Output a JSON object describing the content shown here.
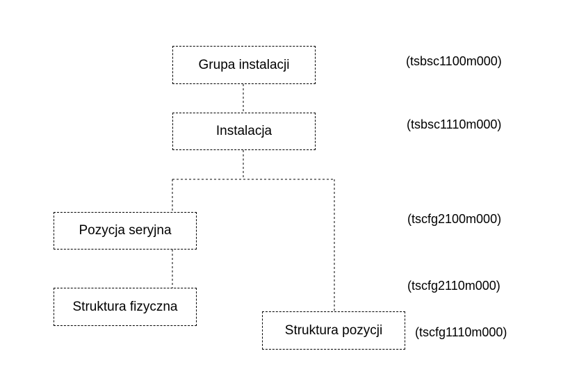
{
  "nodes": {
    "grupa_instalacji": "Grupa instalacji",
    "instalacja": "Instalacja",
    "pozycja_seryjna": "Pozycja seryjna",
    "struktura_fizyczna": "Struktura fizyczna",
    "struktura_pozycji": "Struktura pozycji"
  },
  "session_codes": [
    "(tsbsc1100m000)",
    "(tsbsc1110m000)",
    "(tscfg2100m000)",
    "(tscfg2110m000)",
    "(tscfg1110m000)"
  ]
}
